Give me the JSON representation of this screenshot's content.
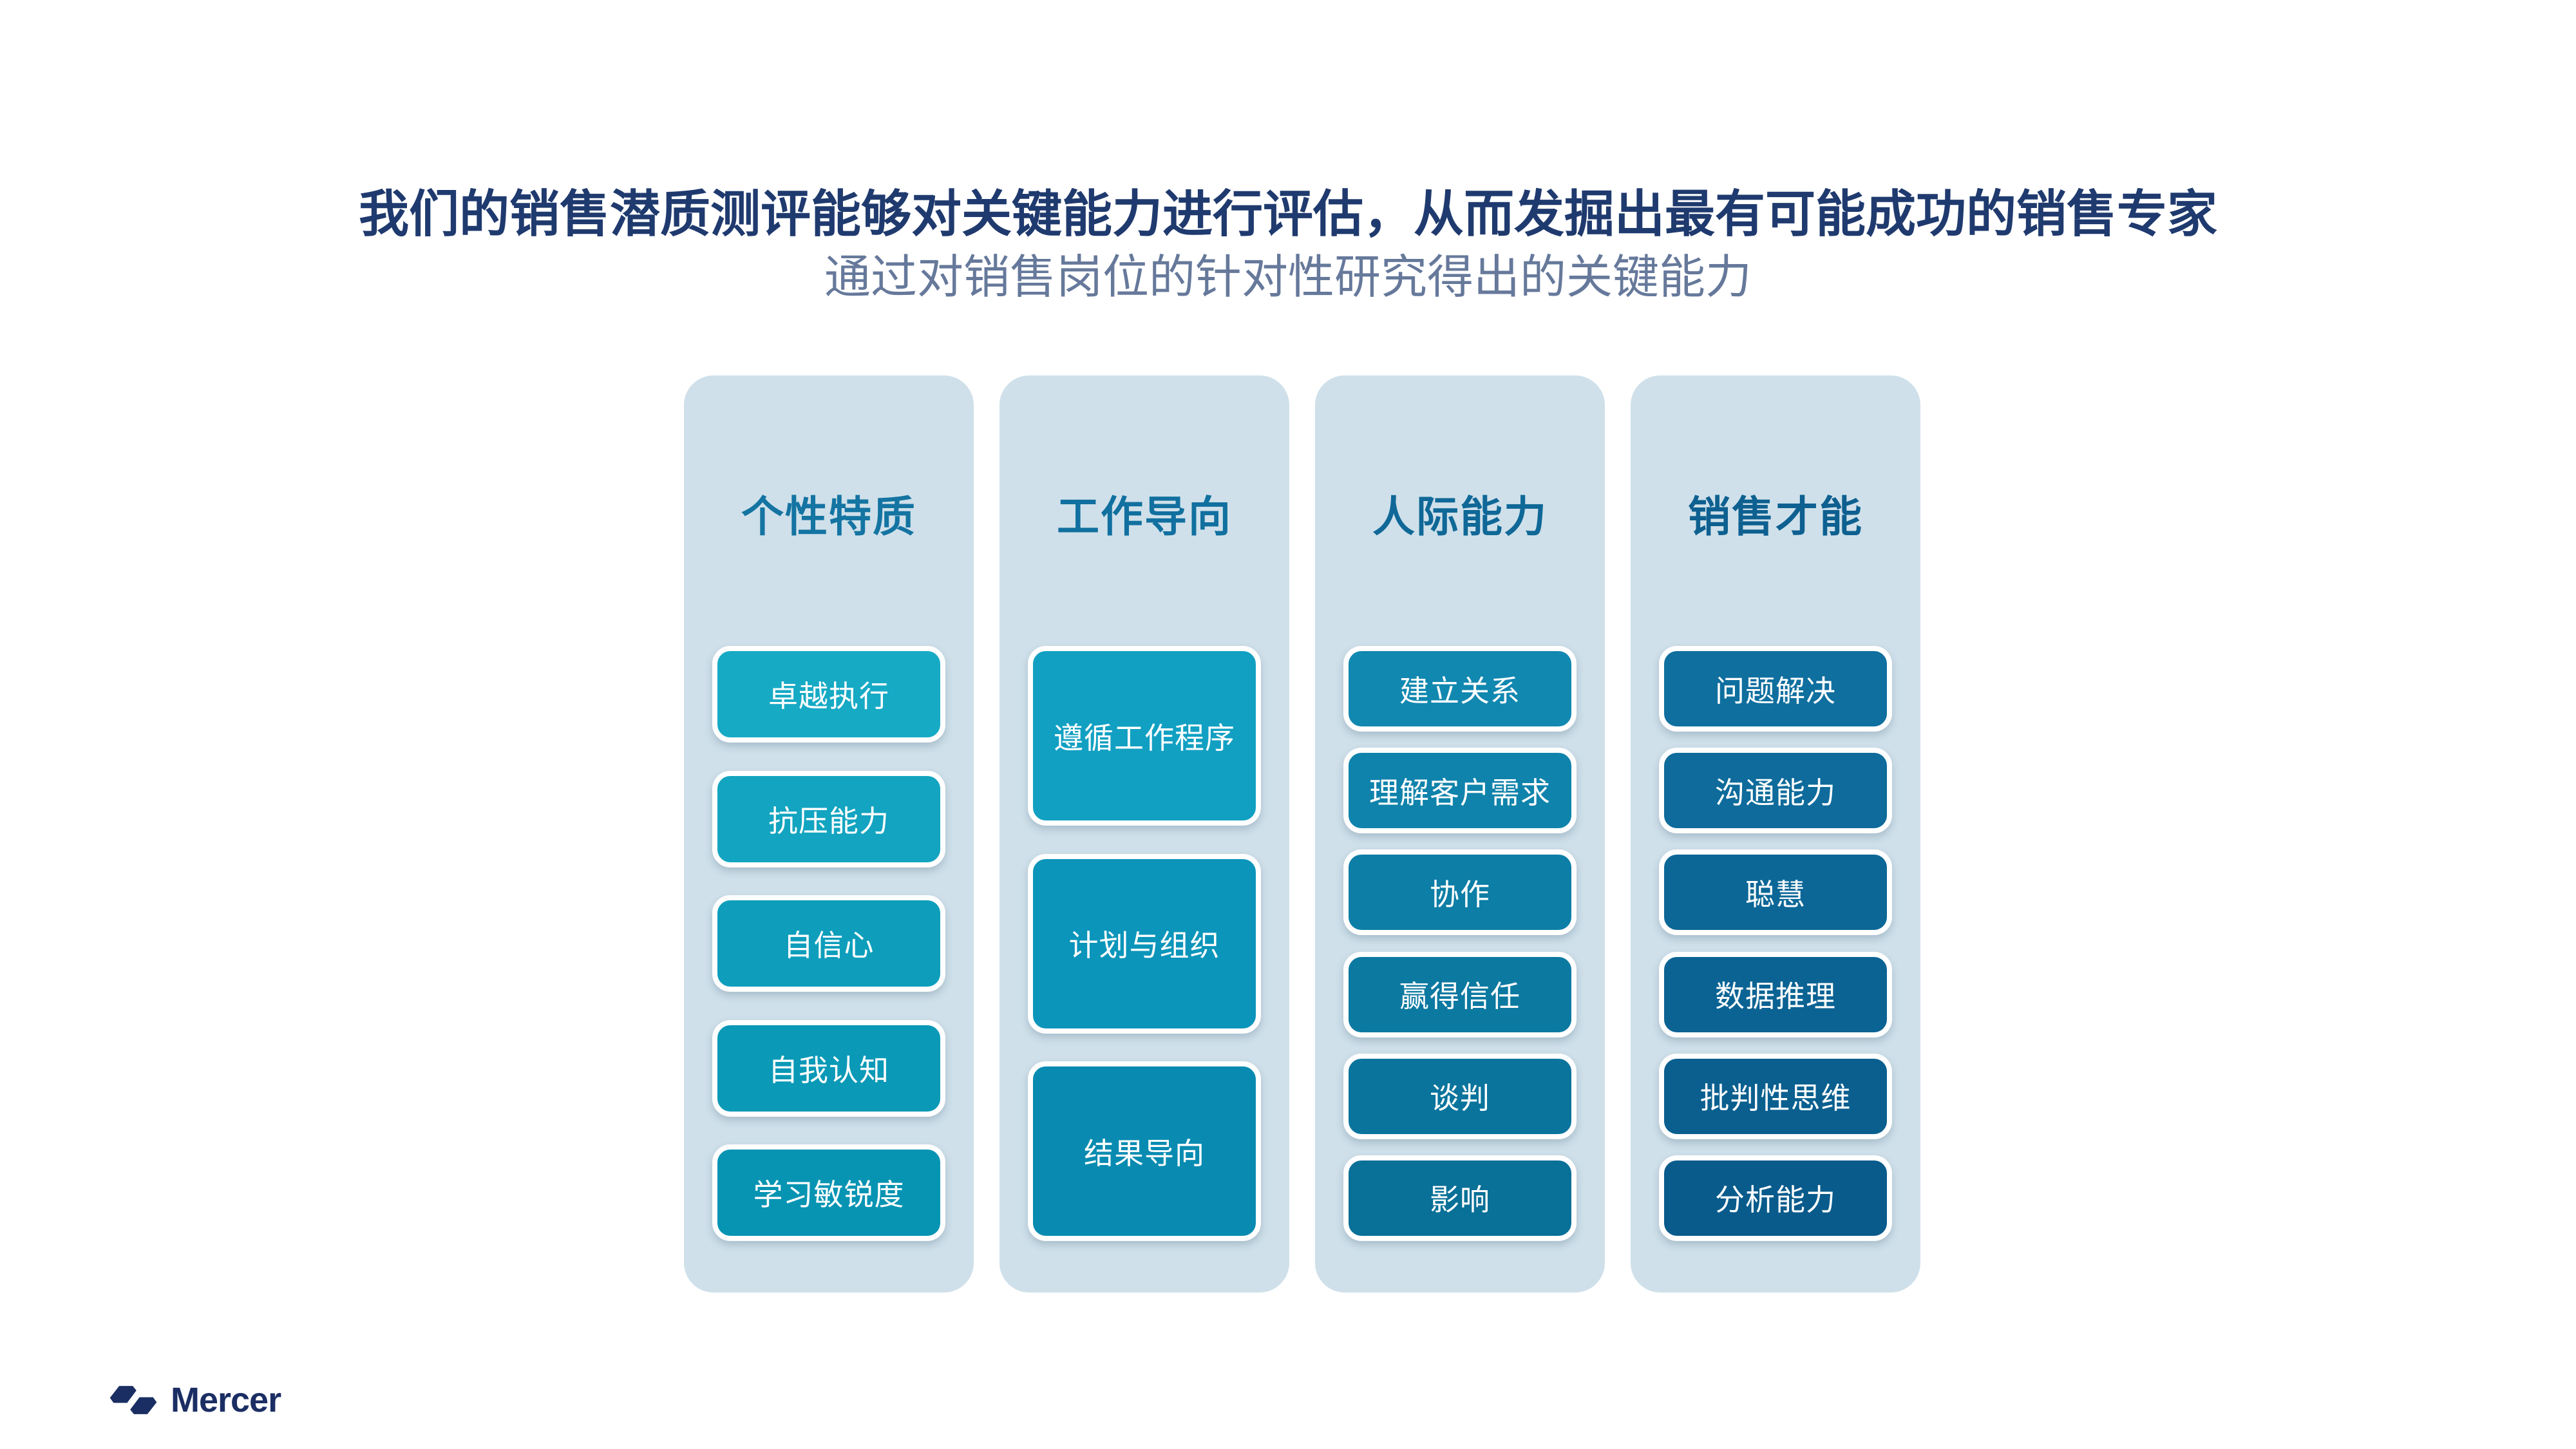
{
  "page": {
    "background": "#FFFFFF",
    "title": "我们的销售潜质测评能够对关键能力进行评估，从而发掘出最有可能成功的销售专家",
    "title_color": "#1F3A6E",
    "subtitle": "通过对销售岗位的针对性研究得出的关键能力",
    "subtitle_color": "#66799B"
  },
  "logo": {
    "text": "Mercer",
    "color": "#1B2E63",
    "mark_icon": "mercer-infinity-mark",
    "mark_color": "#1B2E63"
  },
  "columns": [
    {
      "header": "个性特质",
      "header_color": "#1474A2",
      "panel_color": "#CFE0EA",
      "items": [
        {
          "label": "卓越执行",
          "color": "#17AAC5"
        },
        {
          "label": "抗压能力",
          "color": "#12A4C0"
        },
        {
          "label": "自信心",
          "color": "#0E9EBC"
        },
        {
          "label": "自我认知",
          "color": "#0A99B7"
        },
        {
          "label": "学习敏锐度",
          "color": "#0794B3"
        }
      ]
    },
    {
      "header": "工作导向",
      "header_color": "#11709F",
      "panel_color": "#CFE0EA",
      "items": [
        {
          "label": "遵循工作程序",
          "color": "#12A0C2"
        },
        {
          "label": "计划与组织",
          "color": "#0C95BA"
        },
        {
          "label": "结果导向",
          "color": "#098BB1"
        }
      ]
    },
    {
      "header": "人际能力",
      "header_color": "#0F6897",
      "panel_color": "#CFE0EA",
      "items": [
        {
          "label": "建立关系",
          "color": "#1188B0"
        },
        {
          "label": "理解客户需求",
          "color": "#0F83AB"
        },
        {
          "label": "协作",
          "color": "#0D7EA6"
        },
        {
          "label": "赢得信任",
          "color": "#0C79A1"
        },
        {
          "label": "谈判",
          "color": "#0A749C"
        },
        {
          "label": "影响",
          "color": "#097097"
        }
      ]
    },
    {
      "header": "销售才能",
      "header_color": "#0D6090",
      "panel_color": "#CFE0EA",
      "items": [
        {
          "label": "问题解决",
          "color": "#0F6F9F"
        },
        {
          "label": "沟通能力",
          "color": "#0E6B9B"
        },
        {
          "label": "聪慧",
          "color": "#0C6797"
        },
        {
          "label": "数据推理",
          "color": "#0B6393"
        },
        {
          "label": "批判性思维",
          "color": "#0A5F8F"
        },
        {
          "label": "分析能力",
          "color": "#095B8B"
        }
      ]
    }
  ]
}
